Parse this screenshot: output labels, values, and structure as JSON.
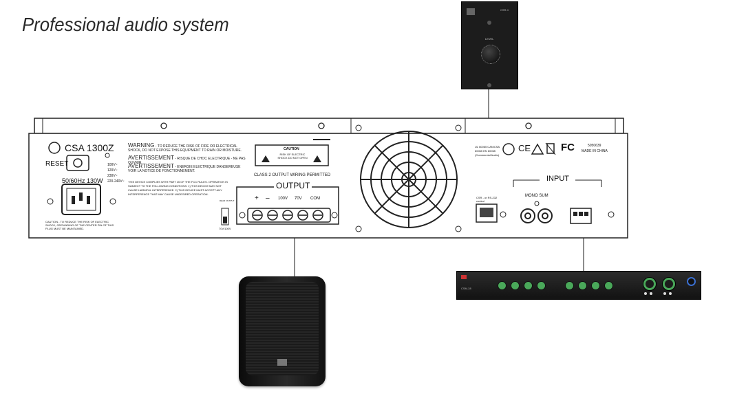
{
  "title": "Professional audio system",
  "amplifier": {
    "model": "CSA 1300Z",
    "reset_label": "RESET",
    "power_rating": "50/60Hz 130W",
    "voltage_options": [
      "100V~",
      "120V~",
      "230V~",
      "220-240V~"
    ],
    "warning_heading": "WARNING",
    "warning_text": "- TO REDUCE THE RISK OF FIRE OR ELECTRICAL SHOCK, DO NOT EXPOSE THIS EQUIPMENT TO RAIN OR MOISTURE.",
    "avert1_heading": "AVERTISSEMENT",
    "avert1_text": "- RISQUE DE CHOC ELECTRIQUE - NE PAS OUVRIR.",
    "avert2_heading": "AVERTISSEMENT",
    "avert2_text": "- ENERGIE ELECTRIQUE DANGEREUSE VOIR LA NOTICE DE FONCTIONNEMENT.",
    "fcc_text": "THIS DEVICE COMPLIES WITH PART 15 OF THE FCC RULES. OPERATION IS SUBJECT TO THE FOLLOWING CONDITIONS: 1) THIS DEVICE MAY NOT CAUSE HARMFUL INTERFERENCE. 2) THIS DEVICE MUST ACCEPT ANY INTERFERENCE THAT MAY CAUSE UNDESIRED OPERATION.",
    "caution_heading": "CAUTION",
    "caution_text": "RISK OF ELECTRIC SHOCK DO NOT OPEN",
    "class2_text": "CLASS 2 OUTPUT WIRING PERMITTED",
    "output_label": "OUTPUT",
    "output_terminals": [
      "+",
      "–",
      "100V",
      "70V",
      "COM"
    ],
    "switch_label": "70V/100V",
    "switch_top_label": "REAR OUTPUT",
    "ground_caution": "CAUTION - TO REDUCE THE RISK OF ELECTRIC SHOCK, GROUNDING OF THE CENTER PIN OF THIS PLUG MUST BE MAINTAINED.",
    "ul_text": "UL 60065 CAN/CSA 60065 EN 60065 (Commercial Audio)",
    "rs_label": "CSR - or RS-232 control",
    "input_label": "INPUT",
    "mono_sum_label": "MONO SUM",
    "serial": "5050639",
    "made_in": "MADE IN CHINA"
  },
  "wall_controller": {
    "label": "LEVEL",
    "top_label": "CSR-V"
  },
  "mixer": {
    "label": "CSM-28"
  },
  "colors": {
    "panel": "#2b2b2b",
    "wire": "#8c8c8c",
    "knob_green": "#4aa85a"
  }
}
